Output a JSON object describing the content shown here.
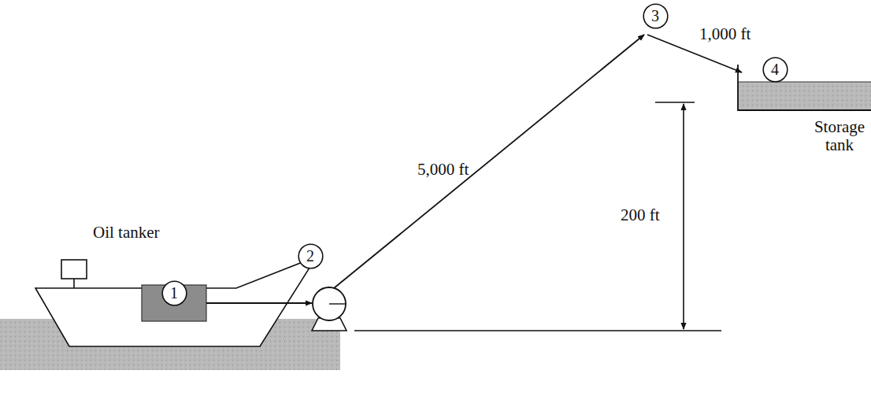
{
  "diagram": {
    "nodes": [
      {
        "text": [
          "1"
        ]
      },
      {
        "text": [
          "2"
        ]
      },
      {
        "text": [
          "3"
        ]
      },
      {
        "text": [
          "4"
        ]
      }
    ],
    "labels": [
      "Oil tanker",
      "5,000 ft",
      "1,000 ft",
      "200 ft",
      "Storage tank"
    ]
  }
}
